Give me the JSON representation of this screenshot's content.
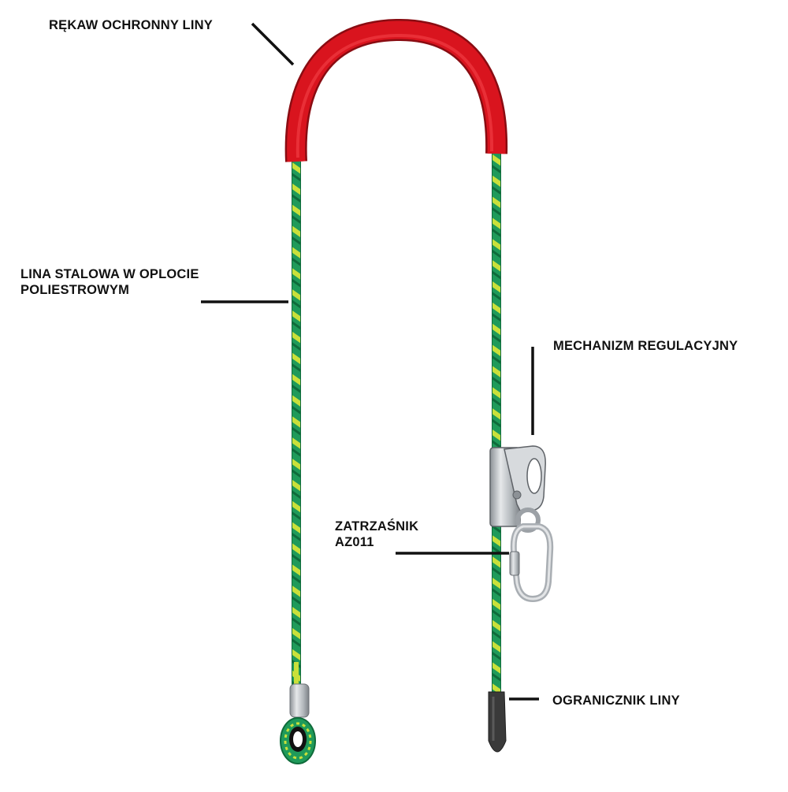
{
  "labels": {
    "sleeve": "RĘKAW OCHRONNY LINY",
    "steel_line": [
      "LINA STALOWA W OPLOCIE",
      "POLIESTROWYM"
    ],
    "adjuster": "MECHANIZM REGULACYJNY",
    "carabiner": [
      "ZATRZAŚNIK",
      "AZ011"
    ],
    "stopper": "OGRANICZNIK LINY"
  },
  "colors": {
    "sleeve": "#d9141e",
    "rope_green": "#1f9a5a",
    "rope_yellow": "#c9e03a",
    "metal": "#b9bdc1",
    "leader_line": "#111111",
    "stopper": "#3a3a3a"
  }
}
